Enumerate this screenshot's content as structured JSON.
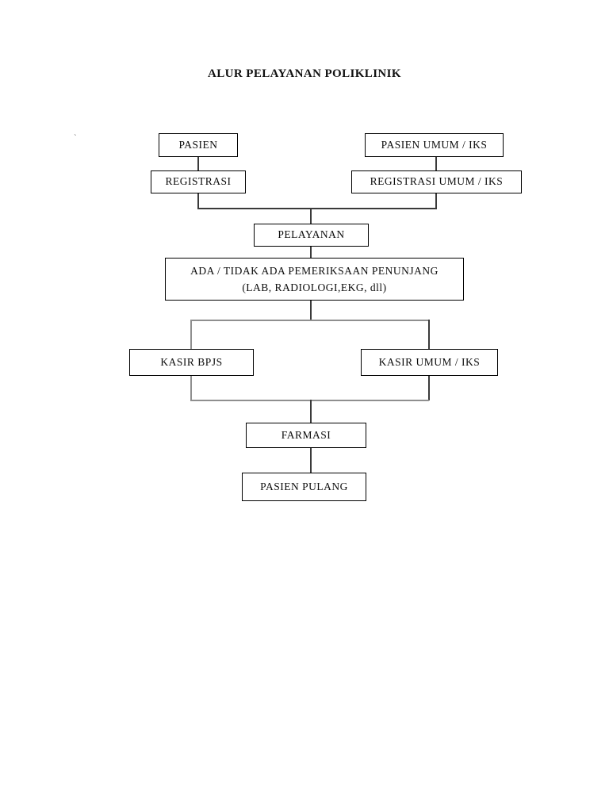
{
  "document": {
    "title": "ALUR PELAYANAN POLIKLINIK",
    "stray_mark": "`"
  },
  "diagram": {
    "type": "flowchart",
    "orientation": "top-to-bottom",
    "nodes": [
      {
        "id": "pasien",
        "label": "PASIEN"
      },
      {
        "id": "pasien_umum_iks",
        "label": "PASIEN UMUM / IKS"
      },
      {
        "id": "registrasi",
        "label": "REGISTRASI"
      },
      {
        "id": "registrasi_umum_iks",
        "label": "REGISTRASI UMUM / IKS"
      },
      {
        "id": "pelayanan",
        "label": "PELAYANAN"
      },
      {
        "id": "pemeriksaan_penunjang",
        "label_line1": "ADA / TIDAK ADA PEMERIKSAAN PENUNJANG",
        "label_line2": "(LAB, RADIOLOGI,EKG, dll)"
      },
      {
        "id": "kasir_bpjs",
        "label": "KASIR BPJS"
      },
      {
        "id": "kasir_umum_iks",
        "label": "KASIR UMUM / IKS"
      },
      {
        "id": "farmasi",
        "label": "FARMASI"
      },
      {
        "id": "pasien_pulang",
        "label": "PASIEN PULANG"
      }
    ],
    "edges": [
      {
        "from": "pasien",
        "to": "registrasi"
      },
      {
        "from": "pasien_umum_iks",
        "to": "registrasi_umum_iks"
      },
      {
        "from": "registrasi",
        "to": "pelayanan"
      },
      {
        "from": "registrasi_umum_iks",
        "to": "pelayanan"
      },
      {
        "from": "pelayanan",
        "to": "pemeriksaan_penunjang"
      },
      {
        "from": "pemeriksaan_penunjang",
        "to": "kasir_bpjs"
      },
      {
        "from": "pemeriksaan_penunjang",
        "to": "kasir_umum_iks"
      },
      {
        "from": "kasir_bpjs",
        "to": "farmasi"
      },
      {
        "from": "kasir_umum_iks",
        "to": "farmasi"
      },
      {
        "from": "farmasi",
        "to": "pasien_pulang"
      }
    ]
  }
}
